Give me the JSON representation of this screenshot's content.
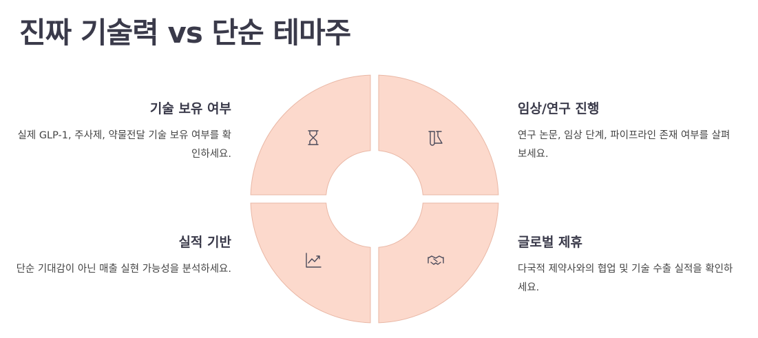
{
  "title": "진짜 기술력 vs 단순 테마주",
  "quadrants": {
    "top_left": {
      "heading": "기술 보유 여부",
      "description": "실제 GLP-1, 주사제, 약물전달 기술 보유 여부를 확인하세요.",
      "icon": "hourglass-icon"
    },
    "top_right": {
      "heading": "임상/연구 진행",
      "description": "연구 논문, 임상 단계, 파이프라인 존재 여부를 살펴보세요.",
      "icon": "flask-icon"
    },
    "bottom_left": {
      "heading": "실적 기반",
      "description": "단순 기대감이 아닌 매출 실현 가능성을 분석하세요.",
      "icon": "chart-line-icon"
    },
    "bottom_right": {
      "heading": "글로벌 제휴",
      "description": "다국적 제약사와의 협업 및 기술 수출 실적을 확인하세요.",
      "icon": "handshake-icon"
    }
  },
  "colors": {
    "quadrant_fill": "#fcd9cc",
    "quadrant_stroke": "#e9b7a5",
    "text_dark": "#3a3a4a"
  }
}
